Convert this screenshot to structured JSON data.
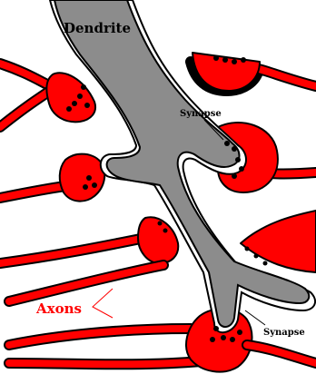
{
  "labels": {
    "dendrite": "Dendrite",
    "synapse_top": "Synapse",
    "synapse_bottom": "Synapse",
    "axons": "Axons"
  },
  "colors": {
    "dendrite": "#8c8c8c",
    "axon": "#ff0000",
    "outline": "#000000",
    "membrane_gap": "#ffffff",
    "axons_label": "#ff0000",
    "background": "#ffffff"
  }
}
